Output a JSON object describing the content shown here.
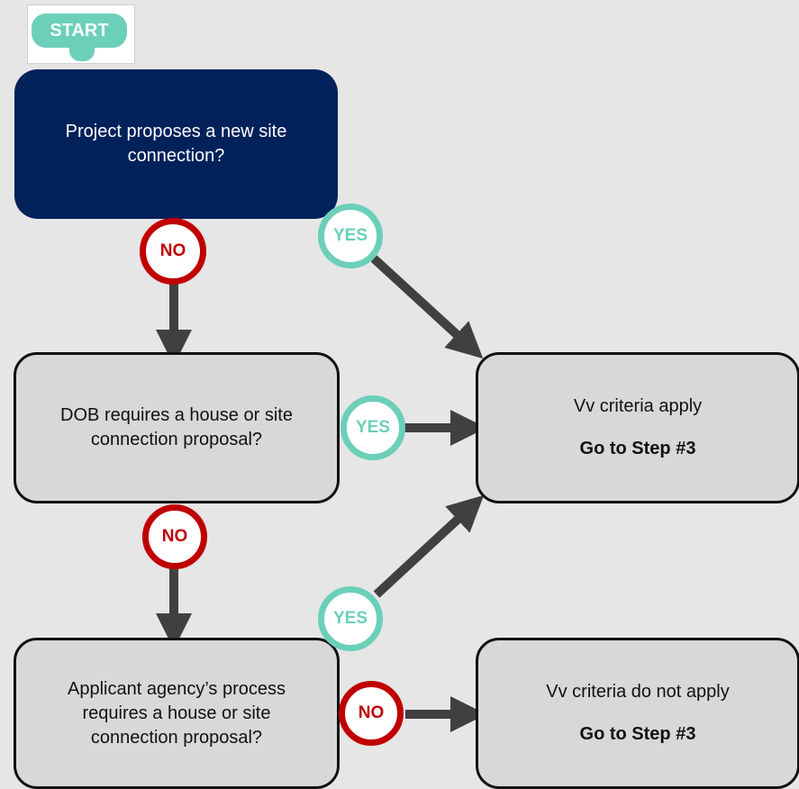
{
  "start": {
    "label": "START"
  },
  "nodes": {
    "q1": {
      "text": "Project proposes a new site connection?"
    },
    "q2": {
      "text": "DOB requires a house or site connection proposal?"
    },
    "q3": {
      "text": "Applicant agency’s process requires a house or site connection proposal?"
    },
    "r1": {
      "line1": "Vv criteria apply",
      "line2": "Go to Step #3"
    },
    "r2": {
      "line1": "Vv criteria do not apply",
      "line2": "Go to Step #3"
    }
  },
  "decisions": {
    "q1_no": "NO",
    "q1_yes": "YES",
    "q2_yes": "YES",
    "q2_no": "NO",
    "q3_yes": "YES",
    "q3_no": "NO"
  },
  "colors": {
    "background": "#e6e6e6",
    "start_fill": "#6ccfb9",
    "dark_box": "#00215a",
    "light_box": "#d8d8d8",
    "no_ring": "#c00000",
    "yes_ring": "#6ccfb9",
    "arrow": "#404040"
  }
}
